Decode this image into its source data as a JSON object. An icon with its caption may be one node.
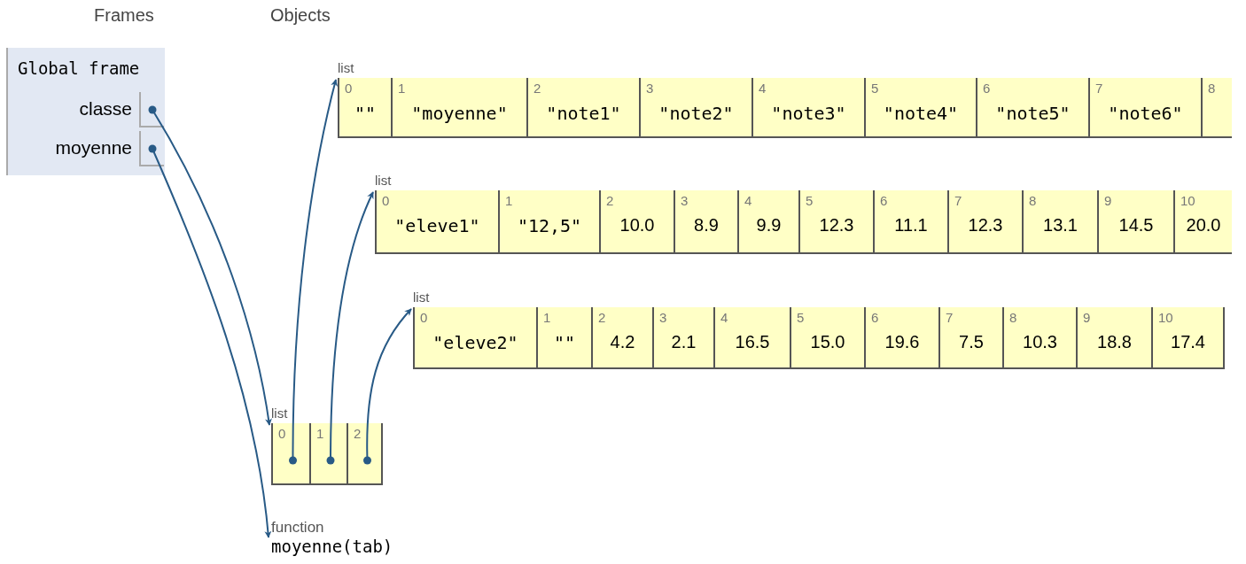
{
  "diagram": {
    "nodes": [
      {
        "text": [
          "Global frame"
        ]
      },
      {
        "text": [
          "classe"
        ],
        "in": 0
      },
      {
        "text": [
          "moyenne"
        ],
        "in": 0
      },
      {
        "text": [
          "list"
        ]
      },
      {
        "text": [
          "0",
          "\"\""
        ],
        "in": 3
      },
      {
        "text": [
          "1",
          "\"moyenne\""
        ],
        "in": 3
      },
      {
        "text": [
          "2",
          "\"note1\""
        ],
        "in": 3
      },
      {
        "text": [
          "3",
          "\"note2\""
        ],
        "in": 3
      },
      {
        "text": [
          "4",
          "\"note3\""
        ],
        "in": 3
      },
      {
        "text": [
          "5",
          "\"note4\""
        ],
        "in": 3
      },
      {
        "text": [
          "6",
          "\"note5\""
        ],
        "in": 3
      },
      {
        "text": [
          "7",
          "\"note6\""
        ],
        "in": 3
      },
      {
        "text": [
          "8"
        ],
        "in": 3
      },
      {
        "text": [
          "list"
        ]
      },
      {
        "text": [
          "0",
          "\"eleve1\""
        ],
        "in": 13
      },
      {
        "text": [
          "1",
          "\"12,5\""
        ],
        "in": 13
      },
      {
        "text": [
          "2",
          "10.0"
        ],
        "in": 13
      },
      {
        "text": [
          "3",
          "8.9"
        ],
        "in": 13
      },
      {
        "text": [
          "4",
          "9.9"
        ],
        "in": 13
      },
      {
        "text": [
          "5",
          "12.3"
        ],
        "in": 13
      },
      {
        "text": [
          "6",
          "11.1"
        ],
        "in": 13
      },
      {
        "text": [
          "7",
          "12.3"
        ],
        "in": 13
      },
      {
        "text": [
          "8",
          "13.1"
        ],
        "in": 13
      },
      {
        "text": [
          "9",
          "14.5"
        ],
        "in": 13
      },
      {
        "text": [
          "10",
          "20.0"
        ],
        "in": 13
      },
      {
        "text": [
          "list"
        ]
      },
      {
        "text": [
          "0",
          "\"eleve2\""
        ],
        "in": 25
      },
      {
        "text": [
          "1",
          "\"\""
        ],
        "in": 25
      },
      {
        "text": [
          "2",
          "4.2"
        ],
        "in": 25
      },
      {
        "text": [
          "3",
          "2.1"
        ],
        "in": 25
      },
      {
        "text": [
          "4",
          "16.5"
        ],
        "in": 25
      },
      {
        "text": [
          "5",
          "15.0"
        ],
        "in": 25
      },
      {
        "text": [
          "6",
          "19.6"
        ],
        "in": 25
      },
      {
        "text": [
          "7",
          "7.5"
        ],
        "in": 25
      },
      {
        "text": [
          "8",
          "10.3"
        ],
        "in": 25
      },
      {
        "text": [
          "9",
          "18.8"
        ],
        "in": 25
      },
      {
        "text": [
          "10",
          "17.4"
        ],
        "in": 25
      },
      {
        "text": [
          "list"
        ]
      },
      {
        "text": [
          "0"
        ],
        "in": 37
      },
      {
        "text": [
          "1"
        ],
        "in": 37
      },
      {
        "text": [
          "2"
        ],
        "in": 37
      },
      {
        "text": [
          "function",
          "moyenne(tab)"
        ]
      }
    ],
    "edges": [
      {
        "from": 1,
        "to": 37,
        "arrow": "to"
      },
      {
        "from": 2,
        "to": 41,
        "arrow": "to"
      },
      {
        "from": 38,
        "to": 3,
        "arrow": "to"
      },
      {
        "from": 39,
        "to": 13,
        "arrow": "to"
      },
      {
        "from": 40,
        "to": 25,
        "arrow": "to"
      }
    ],
    "labels": [
      "Frames",
      "Objects"
    ]
  }
}
